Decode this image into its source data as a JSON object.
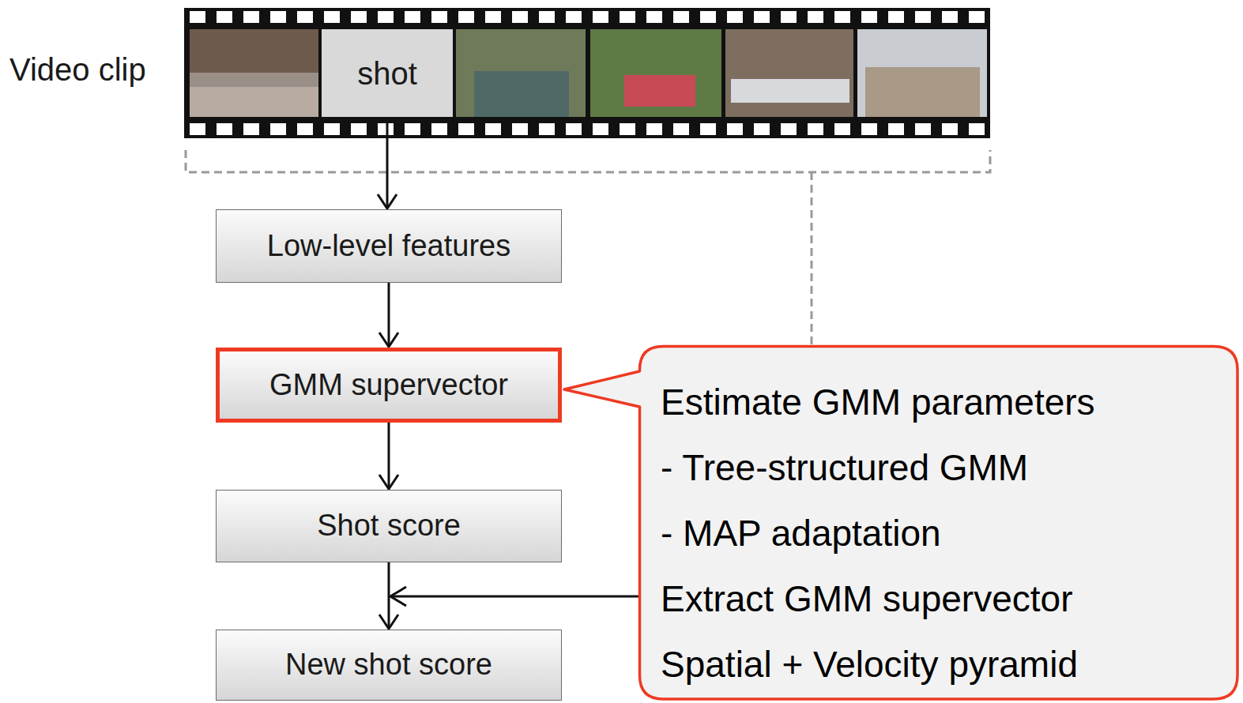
{
  "diagram": {
    "nodes": [
      {
        "text": [
          "shot"
        ]
      },
      {
        "text": [
          "Low-level features"
        ]
      },
      {
        "text": [
          "GMM supervector"
        ]
      },
      {
        "text": [
          "Estimate GMM parameters",
          "- Tree-structured GMM",
          "- MAP adaptation",
          "Extract GMM supervector",
          "Spatial + Velocity pyramid"
        ]
      },
      {
        "text": [
          "Shot score"
        ]
      },
      {
        "text": [
          "New shot score"
        ]
      }
    ],
    "edges": [
      {
        "from": 0,
        "to": 1,
        "arrow": "to"
      },
      {
        "from": 1,
        "to": 2,
        "arrow": "to"
      },
      {
        "from": 2,
        "to": 4,
        "arrow": "to"
      },
      {
        "from": 4,
        "to": 5,
        "arrow": "to"
      }
    ],
    "labels": [
      "Video clip"
    ]
  }
}
